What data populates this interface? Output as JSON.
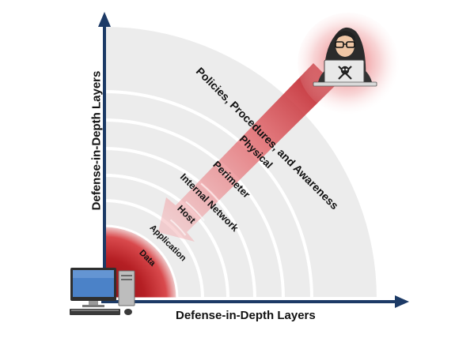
{
  "axes": {
    "x_label": "Defense-in-Depth Layers",
    "y_label": "Defense-in-Depth Layers"
  },
  "layers": [
    {
      "label": "Data"
    },
    {
      "label": "Application"
    },
    {
      "label": "Host"
    },
    {
      "label": "Internal Network"
    },
    {
      "label": "Perimeter"
    },
    {
      "label": "Physical"
    },
    {
      "label": "Policies, Procedures, and Awareness"
    }
  ],
  "attacker": {
    "icon": "hacker-icon"
  },
  "workstation": {
    "icon": "desktop-computer-icon"
  },
  "colors": {
    "axis": "#1c3a66",
    "ring_light": "#ededed",
    "ring_edge": "#ffffff",
    "core_red": "#b51f24",
    "attack_arrow": "#cc2630"
  }
}
